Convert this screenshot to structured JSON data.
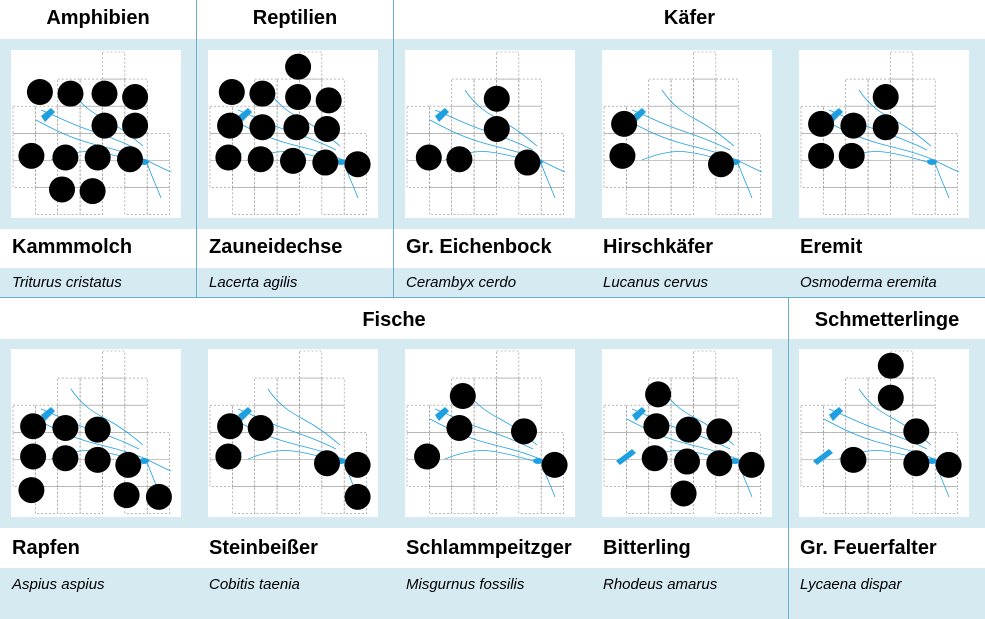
{
  "groups": {
    "amphibien": "Amphibien",
    "reptilien": "Reptilien",
    "kaefer": "Käfer",
    "fische": "Fische",
    "schmetterlinge": "Schmetterlinge"
  },
  "colors": {
    "band": "#d6eaf2",
    "divider": "#6aaec9",
    "water": "#1ea0e0",
    "dot": "#000000"
  },
  "species": [
    {
      "common": "Kammmolch",
      "scientific": "Triturus cristatus",
      "dots": [
        [
          0.17,
          0.25
        ],
        [
          0.35,
          0.26
        ],
        [
          0.55,
          0.26
        ],
        [
          0.73,
          0.28
        ],
        [
          0.55,
          0.45
        ],
        [
          0.73,
          0.45
        ],
        [
          0.12,
          0.63
        ],
        [
          0.32,
          0.64
        ],
        [
          0.51,
          0.64
        ],
        [
          0.7,
          0.65
        ],
        [
          0.3,
          0.83
        ],
        [
          0.48,
          0.84
        ]
      ]
    },
    {
      "common": "Zauneidechse",
      "scientific": "Lacerta agilis",
      "dots": [
        [
          0.53,
          0.1
        ],
        [
          0.14,
          0.25
        ],
        [
          0.32,
          0.26
        ],
        [
          0.53,
          0.28
        ],
        [
          0.71,
          0.3
        ],
        [
          0.13,
          0.45
        ],
        [
          0.32,
          0.46
        ],
        [
          0.52,
          0.46
        ],
        [
          0.7,
          0.47
        ],
        [
          0.12,
          0.64
        ],
        [
          0.31,
          0.65
        ],
        [
          0.5,
          0.66
        ],
        [
          0.69,
          0.67
        ],
        [
          0.88,
          0.68
        ]
      ]
    },
    {
      "common": "Gr. Eichenbock",
      "scientific": "Cerambyx cerdo",
      "dots": [
        [
          0.54,
          0.29
        ],
        [
          0.54,
          0.47
        ],
        [
          0.14,
          0.64
        ],
        [
          0.32,
          0.65
        ],
        [
          0.72,
          0.67
        ]
      ]
    },
    {
      "common": "Hirschkäfer",
      "scientific": "Lucanus cervus",
      "dots": [
        [
          0.13,
          0.44
        ],
        [
          0.12,
          0.63
        ],
        [
          0.7,
          0.68
        ]
      ]
    },
    {
      "common": "Eremit",
      "scientific": "Osmoderma eremita",
      "dots": [
        [
          0.51,
          0.28
        ],
        [
          0.13,
          0.44
        ],
        [
          0.32,
          0.45
        ],
        [
          0.51,
          0.46
        ],
        [
          0.13,
          0.63
        ],
        [
          0.31,
          0.63
        ]
      ]
    },
    {
      "common": "Rapfen",
      "scientific": "Aspius aspius",
      "dots": [
        [
          0.13,
          0.46
        ],
        [
          0.32,
          0.47
        ],
        [
          0.51,
          0.48
        ],
        [
          0.13,
          0.64
        ],
        [
          0.32,
          0.65
        ],
        [
          0.51,
          0.66
        ],
        [
          0.69,
          0.69
        ],
        [
          0.12,
          0.84
        ],
        [
          0.68,
          0.87
        ],
        [
          0.87,
          0.88
        ]
      ]
    },
    {
      "common": "Steinbeißer",
      "scientific": "Cobitis taenia",
      "dots": [
        [
          0.13,
          0.46
        ],
        [
          0.31,
          0.47
        ],
        [
          0.12,
          0.64
        ],
        [
          0.7,
          0.68
        ],
        [
          0.88,
          0.69
        ],
        [
          0.88,
          0.88
        ]
      ]
    },
    {
      "common": "Schlammpeitzger",
      "scientific": "Misgurnus fossilis",
      "dots": [
        [
          0.34,
          0.28
        ],
        [
          0.32,
          0.47
        ],
        [
          0.7,
          0.49
        ],
        [
          0.13,
          0.64
        ],
        [
          0.88,
          0.69
        ]
      ]
    },
    {
      "common": "Bitterling",
      "scientific": "Rhodeus amarus",
      "dots": [
        [
          0.33,
          0.27
        ],
        [
          0.32,
          0.46
        ],
        [
          0.51,
          0.48
        ],
        [
          0.69,
          0.49
        ],
        [
          0.31,
          0.65
        ],
        [
          0.5,
          0.67
        ],
        [
          0.69,
          0.68
        ],
        [
          0.88,
          0.69
        ],
        [
          0.48,
          0.86
        ]
      ]
    },
    {
      "common": "Gr. Feuerfalter",
      "scientific": "Lycaena dispar",
      "dots": [
        [
          0.54,
          0.1
        ],
        [
          0.54,
          0.29
        ],
        [
          0.69,
          0.49
        ],
        [
          0.32,
          0.66
        ],
        [
          0.69,
          0.68
        ],
        [
          0.88,
          0.69
        ]
      ]
    }
  ]
}
